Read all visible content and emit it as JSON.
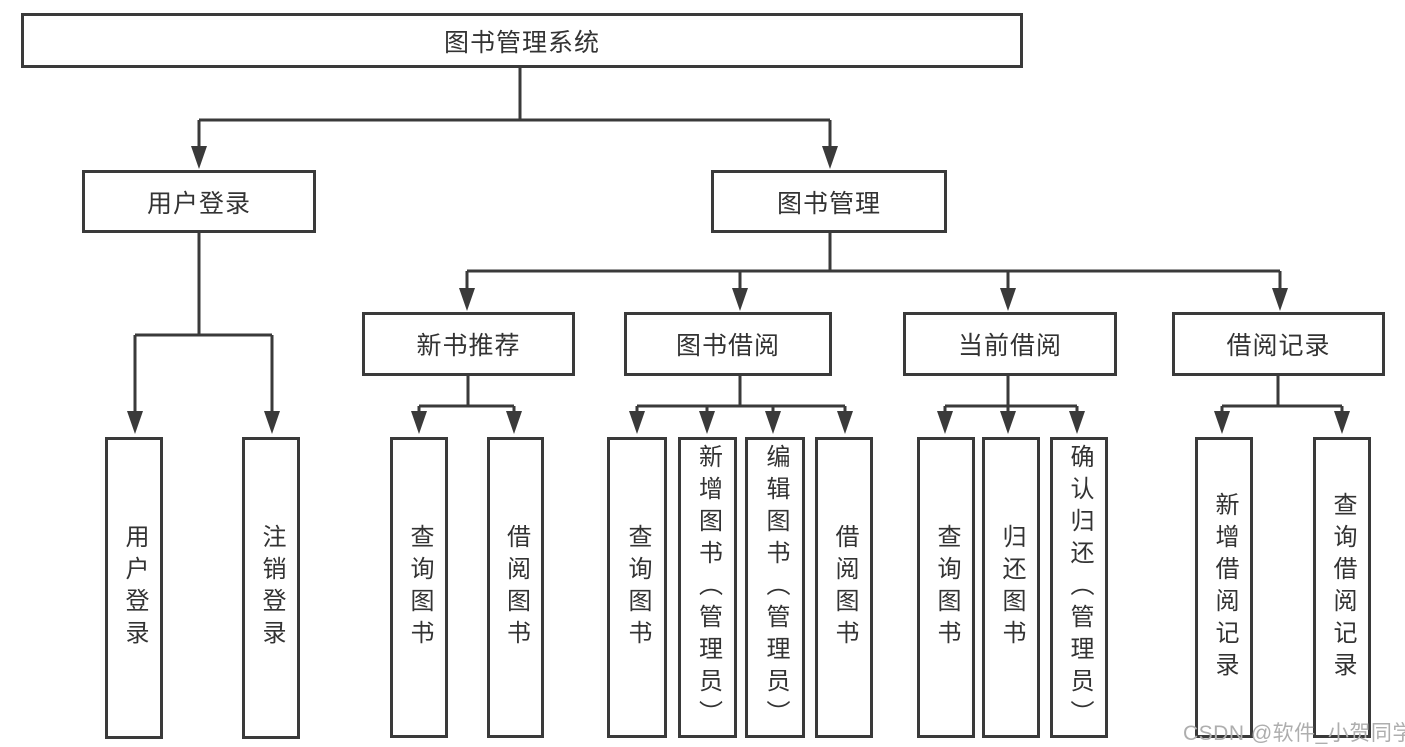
{
  "colors": {
    "line": "#3a3a3a",
    "text": "#333333",
    "watermark_gray": "#aeaeae",
    "background": "#ffffff"
  },
  "tree": {
    "root": "图书管理系统",
    "branches": {
      "user_login": "用户登录",
      "book_management": "图书管理"
    },
    "modules": {
      "new_book_rec": "新书推荐",
      "book_borrow": "图书借阅",
      "current_borrow": "当前借阅",
      "borrow_records": "借阅记录"
    },
    "leaves": {
      "user_login": "用户登录",
      "logout": "注销登录",
      "rec_query_books": "查询图书",
      "rec_borrow_books": "借阅图书",
      "borrow_query_books": "查询图书",
      "borrow_add_book": "新增图书（管理员）",
      "borrow_edit_book": "编辑图书（管理员）",
      "borrow_borrow_books": "借阅图书",
      "current_query_books": "查询图书",
      "current_return_book": "归还图书",
      "current_confirm_return": "确认归还（管理员）",
      "records_add": "新增借阅记录",
      "records_query": "查询借阅记录"
    }
  },
  "watermark": "CSDN @软件_小贺同学"
}
